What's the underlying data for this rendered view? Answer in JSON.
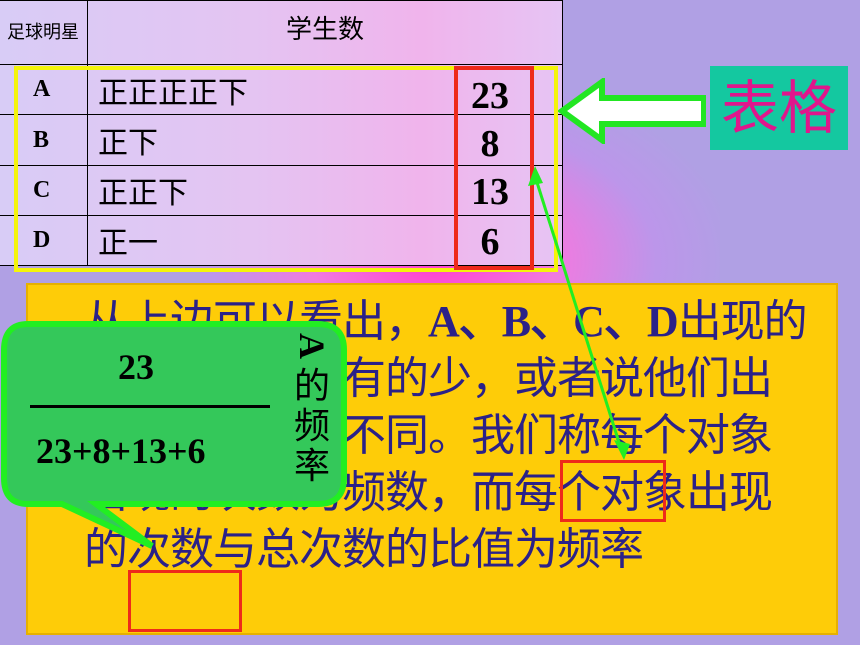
{
  "table": {
    "header_name": "足球明星",
    "header_count": "学生数",
    "rows": [
      {
        "name": "A",
        "tally": "正正正正",
        "tally_extra": "下",
        "count": "23"
      },
      {
        "name": "B",
        "tally": "正",
        "tally_extra": "下",
        "count": "8"
      },
      {
        "name": "C",
        "tally": "正正",
        "tally_extra": "下",
        "count": "13"
      },
      {
        "name": "D",
        "tally": "正",
        "tally_extra": "一",
        "count": "6"
      }
    ]
  },
  "label": "表格",
  "main_text": {
    "part1": "从上边可以看出，",
    "letters": "A、B、C、D",
    "part2": "出现的次数有的多，有的少，或者说他们出现的频繁程度不同。我们称每个对象出现的次数为",
    "term1": "频数",
    "part3": "，而每个对象出现的次数与总次数的比值为",
    "term2": "频率"
  },
  "callout": {
    "numerator": "23",
    "denominator": "23+8+13+6",
    "side_letter": "A",
    "side_text": "的频率"
  },
  "colors": {
    "background": "#b0a0e4",
    "panel": "#fecc08",
    "text": "#2b2188",
    "callout": "#34c85a",
    "callout_border": "#22ee22",
    "label_bg": "#14c8a0",
    "label_text": "#e0168c",
    "highlight": "#ee2a1a",
    "table_frame": "#f4f40a"
  }
}
